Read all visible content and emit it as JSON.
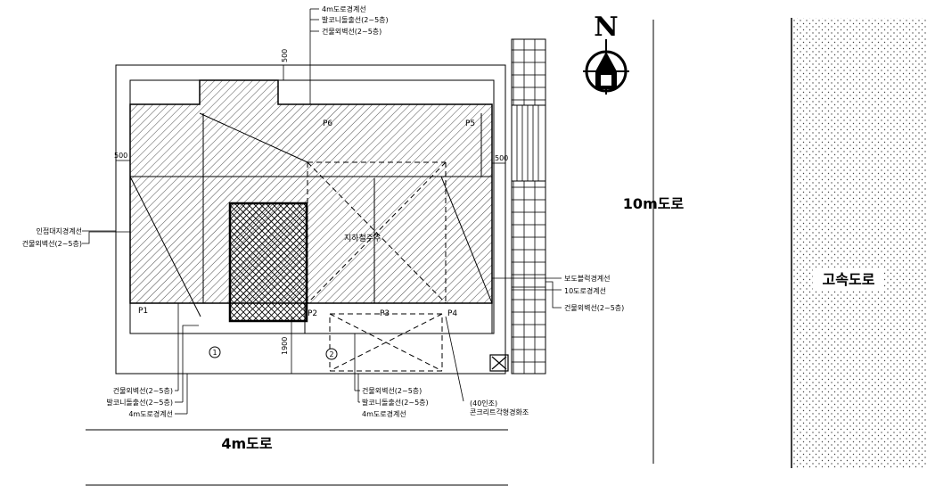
{
  "north": {
    "letter": "N",
    "icon": "north-arrow-icon"
  },
  "roads": {
    "road_4m": "4m도로",
    "road_10m": "10m도로",
    "highway": "고속도로"
  },
  "dimensions": {
    "top_setback": "500",
    "left_setback": "500",
    "right_setback": "500",
    "front_setback": "1900"
  },
  "points": {
    "p1": "P1",
    "p2": "P2",
    "p3": "P3",
    "p4": "P4",
    "p5": "P5",
    "p6": "P6"
  },
  "markers": {
    "m1": "1",
    "m2": "2"
  },
  "labels": {
    "underground": "지하철주추",
    "top_road_line": "4m도로경계선",
    "top_balcony": "발코니돌출선(2~5층)",
    "top_wall": "건물외벽선(2~5층)",
    "left_boundary": "인접대지경계선",
    "left_wall": "건물외벽선(2~5층)",
    "right_sidewalk": "보도블럭경계선",
    "right_road": "10도로경계선",
    "right_wall": "건물외벽선(2~5층)",
    "bl_wall": "건물외벽선(2~5층)",
    "bl_balcony": "발코니돌출선(2~5층)",
    "bl_road": "4m도로경계선",
    "bc_wall": "건물외벽선(2~5층)",
    "bc_balcony": "발코니돌출선(2~5층)",
    "bc_road": "4m도로경계선",
    "parking_count": "(40인조)",
    "parking_desc": "콘크리트각형경화조"
  }
}
